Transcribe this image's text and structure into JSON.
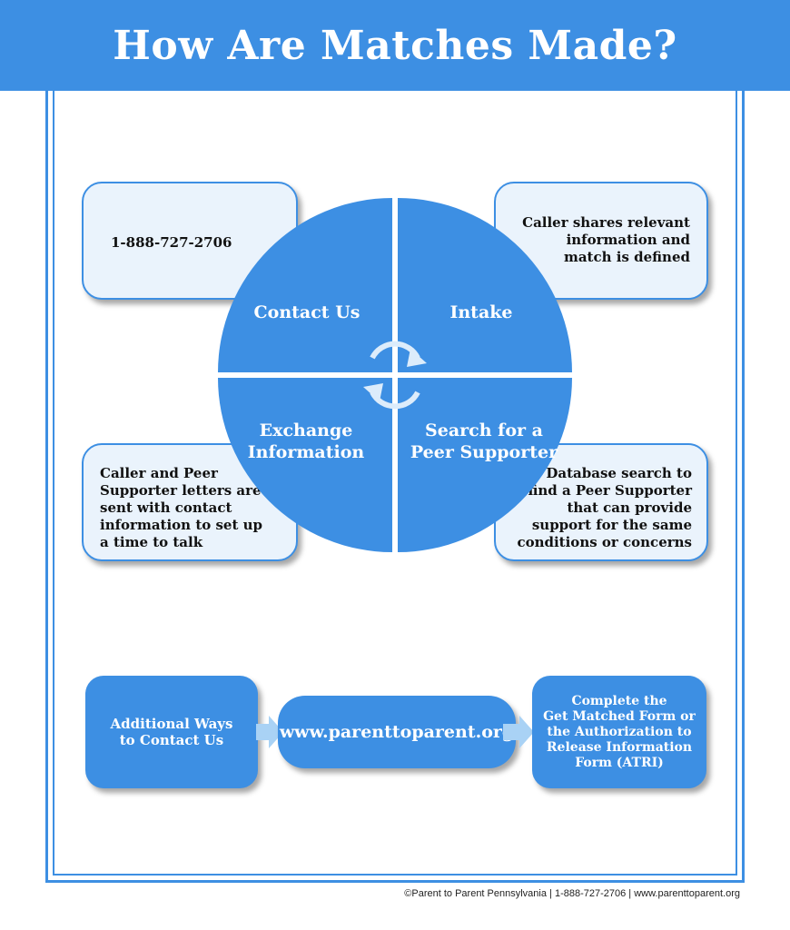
{
  "title": "How Are Matches Made?",
  "colors": {
    "primary_blue": "#3d8fe3",
    "box_fill": "#eaf3fc",
    "arrow_light_blue": "#a9d2f5"
  },
  "wheel": {
    "center_icon": "cycle-arrows-icon",
    "quadrants": {
      "top_left": [
        "Contact Us"
      ],
      "top_right": [
        "Intake"
      ],
      "bottom_left": [
        "Exchange",
        "Information"
      ],
      "bottom_right": [
        "Search for a",
        "Peer Supporter"
      ]
    }
  },
  "info_boxes": {
    "top_left": [
      "1-888-727-2706"
    ],
    "top_right": [
      "Caller shares relevant",
      "information and",
      "match is defined"
    ],
    "bottom_left": [
      "Caller and Peer",
      "Supporter letters are",
      "sent with contact",
      "information to set up",
      "a time to talk"
    ],
    "bottom_right": [
      "Database search to",
      "find a Peer Supporter",
      "that can provide",
      "support for the same",
      "conditions or concerns"
    ]
  },
  "flow": {
    "step1": [
      "Additional Ways",
      "to Contact Us"
    ],
    "step2": "www.parenttoparent.org",
    "step3": [
      "Complete the",
      "Get Matched Form or",
      "the Authorization to",
      "Release Information",
      "Form (ATRI)"
    ]
  },
  "footer": "©Parent to Parent Pennsylvania  |  1-888-727-2706  |  www.parenttoparent.org"
}
